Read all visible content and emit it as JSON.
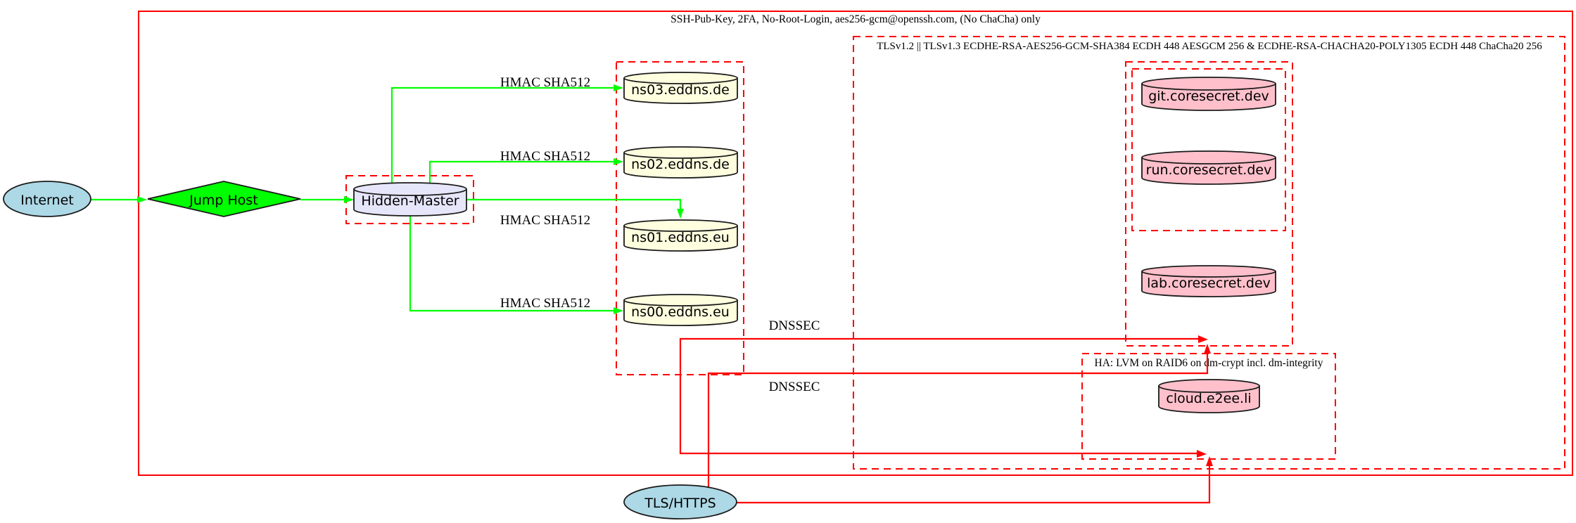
{
  "clusters": {
    "ssh_label": "SSH-Pub-Key, 2FA, No-Root-Login, aes256-gcm@openssh.com, (No ChaCha) only",
    "tls_label": "TLSv1.2 || TLSv1.3 ECDHE-RSA-AES256-GCM-SHA384 ECDH 448 AESGCM 256 & ECDHE-RSA-CHACHA20-POLY1305 ECDH 448 ChaCha20 256",
    "ha_label": "HA: LVM on RAID6 on dm-crypt incl. dm-integrity"
  },
  "nodes": {
    "internet": "Internet",
    "jump_host": "Jump Host",
    "hidden_master": "Hidden-Master",
    "ns03": "ns03.eddns.de",
    "ns02": "ns02.eddns.de",
    "ns01": "ns01.eddns.eu",
    "ns00": "ns00.eddns.eu",
    "git": "git.coresecret.dev",
    "run": "run.coresecret.dev",
    "lab": "lab.coresecret.dev",
    "cloud": "cloud.e2ee.li",
    "tls_https": "TLS/HTTPS"
  },
  "edge_labels": {
    "hmac": "HMAC SHA512",
    "dnssec": "DNSSEC"
  },
  "colors": {
    "edge_green": "#00ff00",
    "edge_and_box_red": "#ff0000",
    "node_lightblue": "#add8e6",
    "node_green": "#00ff00",
    "node_lavender": "#e6e6fa",
    "node_lightyellow": "#ffffe0",
    "node_pink": "#ffc0cb",
    "background": "#ffffff"
  }
}
